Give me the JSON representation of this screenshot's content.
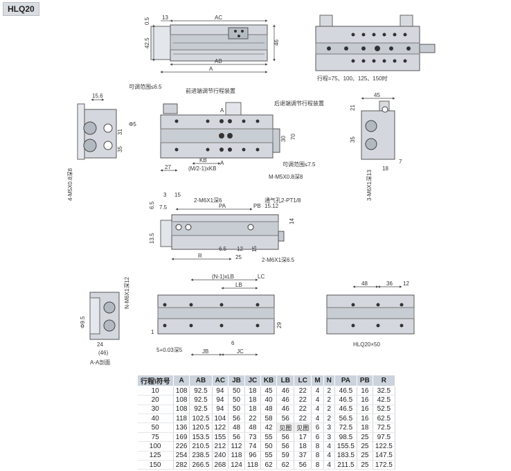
{
  "title": "HLQ20",
  "colors": {
    "part_fill": "#d4d8de",
    "part_dark": "#a8aeb6",
    "header_bg": "#ccd3dc"
  },
  "labels": {
    "stroke_note": "行程=75、100、125、150时",
    "adjust_range_left": "可调范围≤6.5",
    "front_adjuster": "前进端调节行程装置",
    "rear_adjuster": "后退端调节行程装置",
    "adjust_range_right": "可调范围≤7.5",
    "hole_phi5": "Φ5",
    "km_label": "(M/2-1)xKB",
    "m_screw": "M-M5X0.8深8",
    "screw_4m5": "4-M5X0.8深8",
    "screw_3m6": "3-M6X1深13",
    "m6_top": "2-M6X1深6",
    "m6_bottom": "2-M6X1深6.5",
    "vent": "通气孔2-PT1/8",
    "n_screw": "N-M6X1深12",
    "section": "A-A剖面",
    "ln_lb": "(N-1)xLB",
    "view_50": "HLQ20×50",
    "phi9_5": "Φ9.5",
    "depth_5": "5+0.03深5"
  },
  "dims": {
    "AC": "AC",
    "AB": "AB",
    "A": "A",
    "d13": "13",
    "d0_5": "0.5",
    "d42_5": "42.5",
    "d46": "46",
    "d15_6": "15.6",
    "d31": "31",
    "d35": "35",
    "d45": "45",
    "d21": "21",
    "d18": "18",
    "d7": "7",
    "KB": "KB",
    "d27": "27",
    "d30": "30",
    "d70": "70",
    "A_mark": "A",
    "d3": "3",
    "d15": "15",
    "d6_5": "6.5",
    "d7_5": "7.5",
    "PA": "PA",
    "PB": "PB",
    "d15_12": "15.12",
    "d14": "14",
    "d13_5": "13.5",
    "R": "R",
    "d6_5b": "6.5",
    "d12": "12",
    "d25": "25",
    "d15b": "15",
    "LB": "LB",
    "LC": "LC",
    "JB": "JB",
    "JC": "JC",
    "d6": "6",
    "d1": "1",
    "d29": "29",
    "d24": "24",
    "d46b": "(46)",
    "d48": "48",
    "d36": "36",
    "d12b": "12"
  },
  "table": {
    "headers": [
      "行程\\符号",
      "A",
      "AB",
      "AC",
      "JB",
      "JC",
      "KB",
      "LB",
      "LC",
      "M",
      "N",
      "PA",
      "PB",
      "R"
    ],
    "rows": [
      [
        "10",
        "108",
        "92.5",
        "94",
        "50",
        "18",
        "45",
        "46",
        "22",
        "4",
        "2",
        "46.5",
        "16",
        "32.5"
      ],
      [
        "20",
        "108",
        "92.5",
        "94",
        "50",
        "18",
        "40",
        "46",
        "22",
        "4",
        "2",
        "46.5",
        "16",
        "42.5"
      ],
      [
        "30",
        "108",
        "92.5",
        "94",
        "50",
        "18",
        "48",
        "46",
        "22",
        "4",
        "2",
        "46.5",
        "16",
        "52.5"
      ],
      [
        "40",
        "118",
        "102.5",
        "104",
        "56",
        "22",
        "58",
        "56",
        "22",
        "4",
        "2",
        "56.5",
        "16",
        "62.5"
      ],
      [
        "50",
        "136",
        "120.5",
        "122",
        "48",
        "48",
        "42",
        "见图",
        "见图",
        "6",
        "3",
        "72.5",
        "18",
        "72.5"
      ],
      [
        "75",
        "169",
        "153.5",
        "155",
        "56",
        "73",
        "55",
        "56",
        "17",
        "6",
        "3",
        "98.5",
        "25",
        "97.5"
      ],
      [
        "100",
        "226",
        "210.5",
        "212",
        "112",
        "74",
        "50",
        "56",
        "18",
        "8",
        "4",
        "155.5",
        "25",
        "122.5"
      ],
      [
        "125",
        "254",
        "238.5",
        "240",
        "118",
        "96",
        "55",
        "59",
        "37",
        "8",
        "4",
        "183.5",
        "25",
        "147.5"
      ],
      [
        "150",
        "282",
        "266.5",
        "268",
        "124",
        "118",
        "62",
        "62",
        "56",
        "8",
        "4",
        "211.5",
        "25",
        "172.5"
      ]
    ]
  }
}
